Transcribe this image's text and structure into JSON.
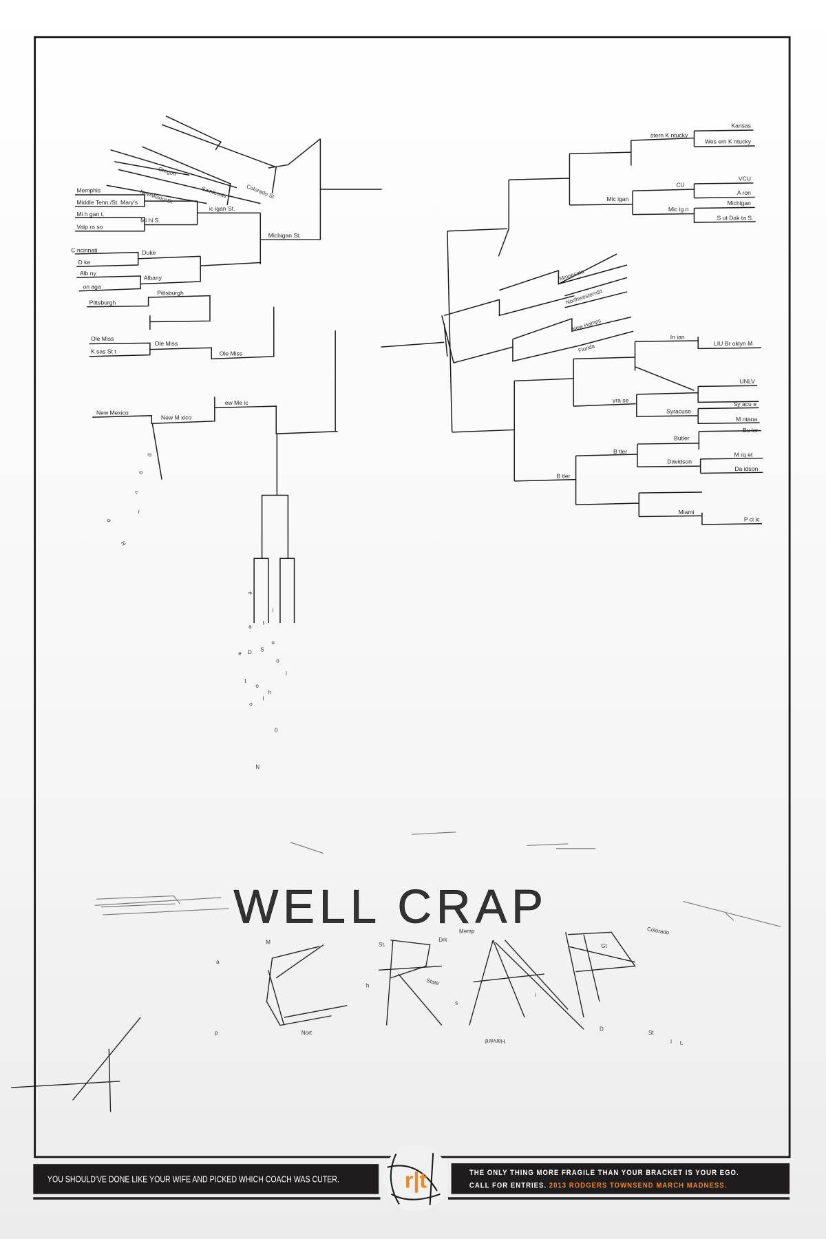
{
  "left_bracket": {
    "round1": [
      "Memphis",
      "Middle Tenn./St. Mary's",
      "Mi h gan t.",
      "Valp ra so",
      "C ncinnati",
      "D ke",
      "Alb ny",
      "on aga",
      "Pittsburgh",
      "Ole Miss",
      "K sas St t",
      "New Mexico"
    ],
    "round2": [
      "Mi hi S.",
      "Duke",
      "Albany",
      "Pittsburgh",
      "Ole Miss",
      "New M xico"
    ],
    "round3": [
      "ic igan St.",
      "Ole Miss",
      "ew Me ic"
    ],
    "round4": [
      "Michigan St."
    ],
    "tilted": [
      "NewMexicoSt",
      "SaintLouis",
      "Oregon",
      "Colorado St"
    ]
  },
  "right_bracket": {
    "round1": [
      "Kansas",
      "Wes ern K ntucky",
      "VCU",
      "A ron",
      "Michigan",
      "S ut Dak ta S.",
      "LIU Br oklyn M",
      "UNLV",
      "Sy acu e",
      "M ntana",
      "Bu ler",
      "M rq et",
      "Da idson",
      "P ci ic"
    ],
    "round2": [
      "stern K ntucky",
      "CU",
      "Mic ig n",
      "In ian",
      "Syracuse",
      "Butler",
      "Davidson",
      "Miami"
    ],
    "round3": [
      "Mic igan",
      "yra se",
      "B tler"
    ],
    "round4": [
      "B tler"
    ],
    "tilted": [
      "Minnesota",
      "NorthwesternSt",
      "New Hamps",
      "Florida"
    ]
  },
  "falling_letters": [
    "p",
    "e",
    "v",
    "r",
    "a",
    "H",
    "e",
    "i",
    "a",
    "t",
    "e",
    "D",
    "S",
    "u",
    "o",
    "l",
    "t",
    "o",
    "l",
    "h",
    "o",
    "0",
    "N"
  ],
  "rubble_letters": [
    "M",
    "St.",
    "Memp",
    "Drk",
    "State",
    "Colorado",
    "Gt",
    "h",
    "s",
    "i",
    "a",
    "Nort",
    "p",
    "Harvard",
    "D",
    "St",
    "l",
    "t."
  ],
  "headline": "WELL CRAP",
  "banner": {
    "left_text": "YOU SHOULD'VE DONE LIKE YOUR WIFE AND PICKED WHICH COACH WAS CUTER.",
    "right_line1": "THE ONLY THING MORE FRAGILE THAN YOUR BRACKET IS YOUR EGO.",
    "right_line2_prefix": "CALL FOR ENTRIES.",
    "right_line2_highlight": "2013 RODGERS TOWNSEND MARCH MADNESS.",
    "logo_text": "r|t"
  },
  "colors": {
    "accent": "#e8892a",
    "banner": "#1e1c1c",
    "frame": "#1a1a1a"
  }
}
